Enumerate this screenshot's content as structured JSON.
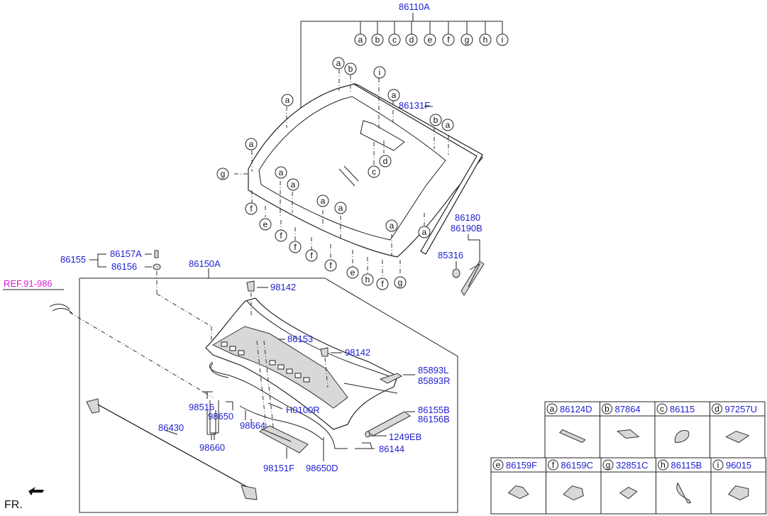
{
  "assembly_labels": {
    "windshield_assy": "86110A",
    "windshield_glass": "86131F",
    "molding_lh": "86180",
    "molding_rh": "86190B",
    "molding_clip": "85316",
    "cowl_screw_group": "86155",
    "cowl_screw": "86157A",
    "cowl_nut": "86156",
    "cowl_panel_assy": "86150A",
    "cowl_nozzle_upper": "98142",
    "cowl_nozzle_mid": "98142",
    "cowl_top_cover": "86153",
    "side_cover_l": "85893L",
    "side_cover_r": "85893R",
    "hose_connector": "98516",
    "hose_a": "98650",
    "hose_b": "98664",
    "hose_clip": "H0100R",
    "weatherstrip": "86430",
    "hose_c": "98660",
    "cover_seal_l": "86155B",
    "cover_seal_r": "86156B",
    "cowl_screw_2": "1249EB",
    "cowl_seal": "86144",
    "center_cover": "98151F",
    "hose_d": "98650D",
    "reference": "REF.91-986",
    "front_indicator": "FR."
  },
  "callout_letters": [
    "a",
    "b",
    "c",
    "d",
    "e",
    "f",
    "g",
    "h",
    "i"
  ],
  "legend": [
    {
      "letter": "a",
      "part": "86124D"
    },
    {
      "letter": "b",
      "part": "87864"
    },
    {
      "letter": "c",
      "part": "86115"
    },
    {
      "letter": "d",
      "part": "97257U"
    },
    {
      "letter": "e",
      "part": "86159F"
    },
    {
      "letter": "f",
      "part": "86159C"
    },
    {
      "letter": "g",
      "part": "32851C"
    },
    {
      "letter": "h",
      "part": "86115B"
    },
    {
      "letter": "i",
      "part": "96015"
    }
  ],
  "colors": {
    "part_number": "#1f1fd1",
    "reference": "#d11fd1",
    "line": "#222222"
  }
}
